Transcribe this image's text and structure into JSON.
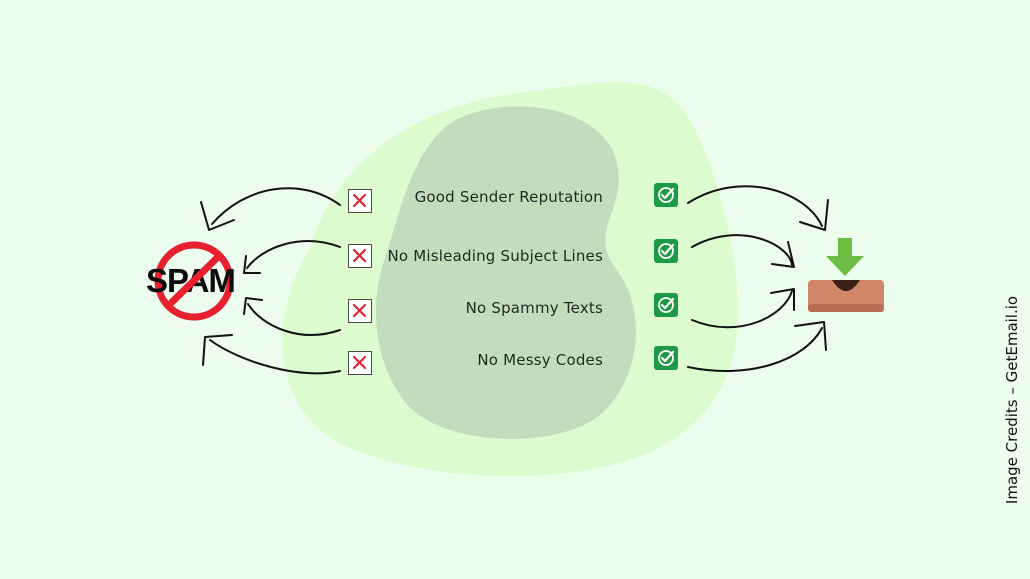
{
  "diagram": {
    "spam_label": "SPAM",
    "items": [
      {
        "label": "Good Sender Reputation"
      },
      {
        "label": "No Misleading Subject Lines"
      },
      {
        "label": "No Spammy Texts"
      },
      {
        "label": "No Messy Codes"
      }
    ],
    "icons": {
      "spam": "no-spam-icon",
      "inbox": "inbox-download-icon",
      "bad": "red-x-mark-icon",
      "good": "green-check-icon"
    },
    "credits": "Image Credits – GetEmail.io"
  },
  "colors": {
    "background": "#ecfdee",
    "outer_blob": "#dcfccf",
    "inner_blob": "#c3dcbe",
    "forbidden_red": "#e8202f",
    "x_red": "#d92633",
    "check_green": "#1e9a47",
    "arrow_green": "#6dbd45",
    "tray": "#d1876a"
  }
}
